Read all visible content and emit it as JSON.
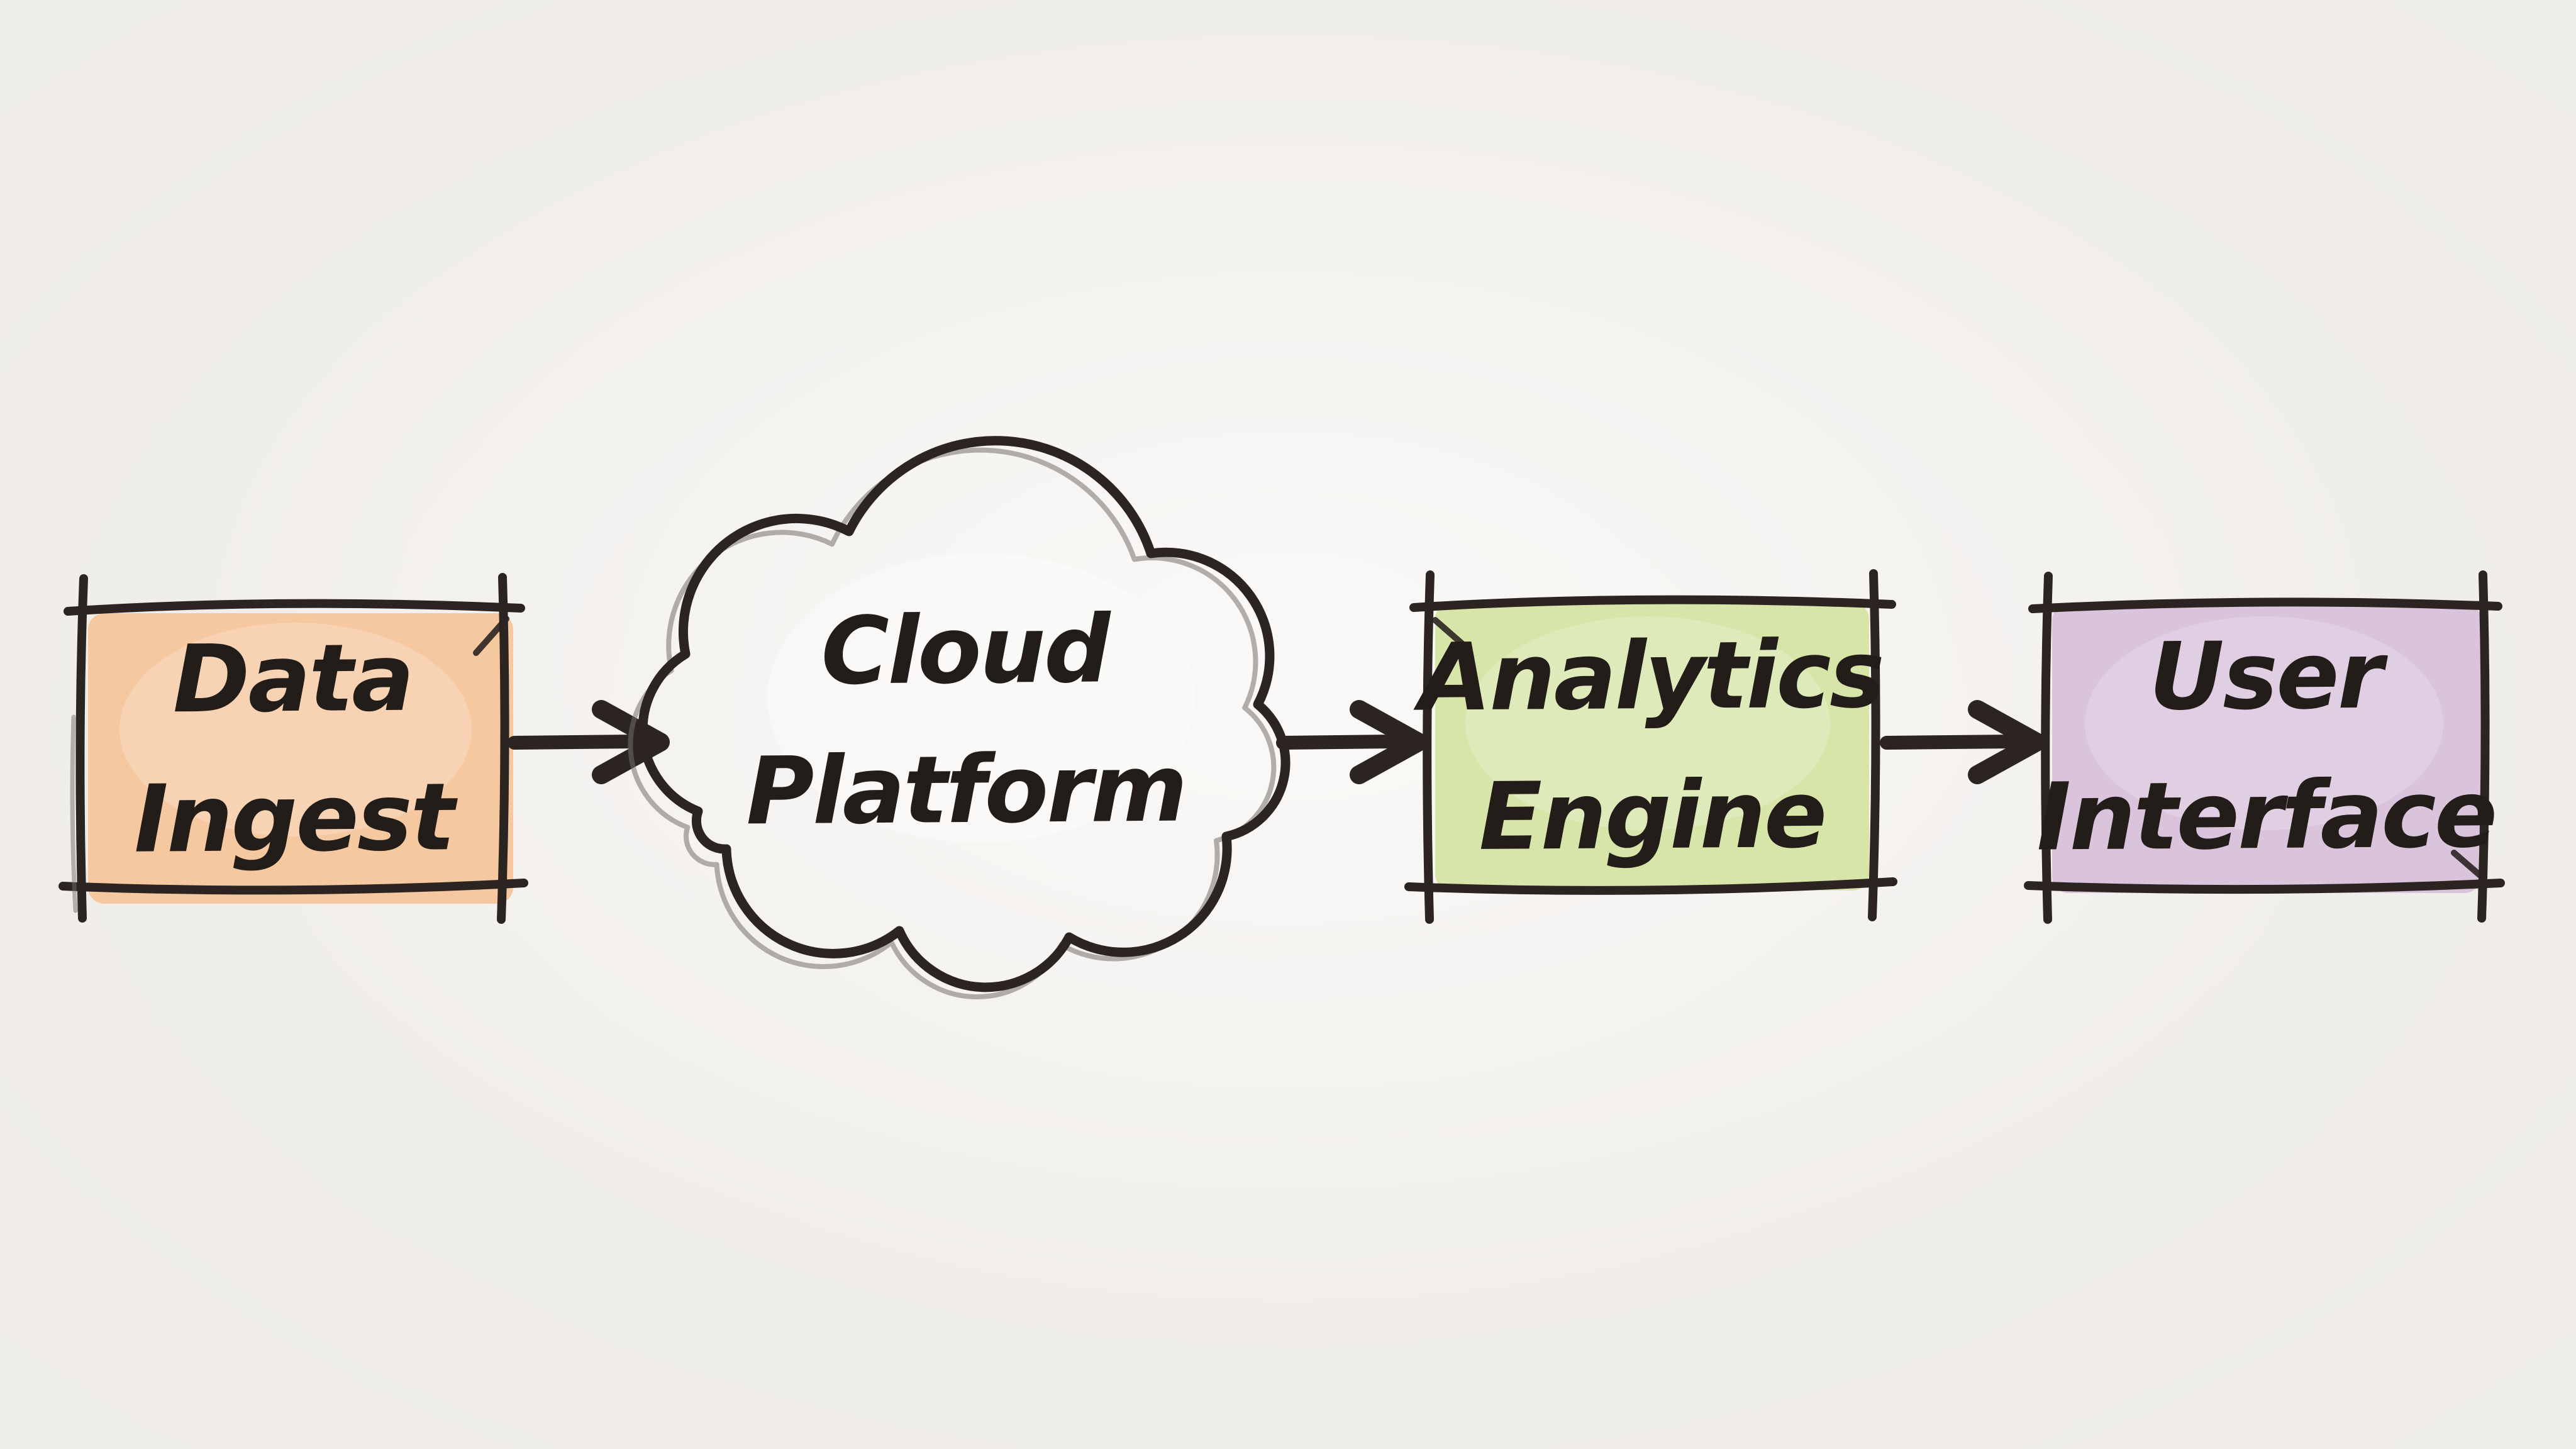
{
  "diagram": {
    "type": "flowchart",
    "style": "hand-drawn-sketch",
    "background_color": "#f4f2ef",
    "ink_color": "#2b2421",
    "text_color": "#221d19",
    "nodes": [
      {
        "id": "data-ingest",
        "shape": "rectangle",
        "fill": "#f5c8a0",
        "lines": [
          "Data",
          "Ingest"
        ]
      },
      {
        "id": "cloud-platform",
        "shape": "cloud",
        "fill": "#c5e2f3",
        "lines": [
          "Cloud",
          "Platform"
        ]
      },
      {
        "id": "analytics-engine",
        "shape": "rectangle",
        "fill": "#d7e5a9",
        "lines": [
          "Analytics",
          "Engine"
        ]
      },
      {
        "id": "user-interface",
        "shape": "rectangle",
        "fill": "#d9c4db",
        "lines": [
          "User",
          "Interface"
        ]
      }
    ],
    "edges": [
      {
        "from": "data-ingest",
        "to": "cloud-platform",
        "style": "arrow-right"
      },
      {
        "from": "cloud-platform",
        "to": "analytics-engine",
        "style": "arrow-right"
      },
      {
        "from": "analytics-engine",
        "to": "user-interface",
        "style": "arrow-right"
      }
    ]
  }
}
